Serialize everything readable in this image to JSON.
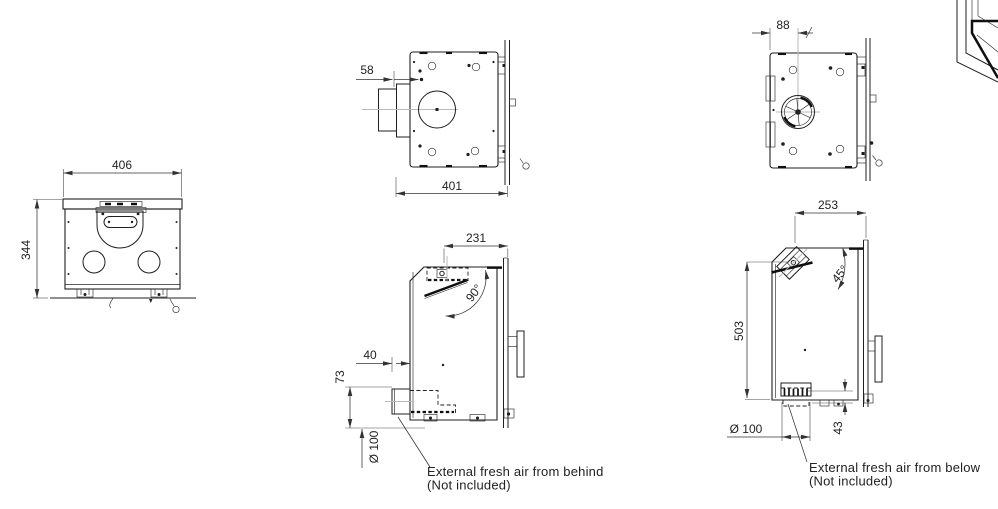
{
  "dims": {
    "rear_width": "406",
    "rear_height": "344",
    "top_behind_offset": "58",
    "top_behind_depth": "401",
    "side_behind_top": "231",
    "side_behind_angle": "90°",
    "side_behind_inset": "40",
    "side_behind_height": "73",
    "side_behind_diameter": "Ø 100",
    "top_below_offset": "88",
    "side_below_top": "253",
    "side_below_angle": "45°",
    "side_below_height": "503",
    "side_below_diameter": "Ø 100",
    "side_below_bottom": "43"
  },
  "notes": {
    "behind": {
      "line1": "External fresh air from behind",
      "line2": "(Not included)"
    },
    "below": {
      "line1": "External fresh air from below",
      "line2": "(Not included)"
    }
  },
  "colors": {
    "line": "#1f1f1f",
    "dim": "#333333",
    "centerline": "#b9b9b9",
    "background": "#ffffff"
  }
}
